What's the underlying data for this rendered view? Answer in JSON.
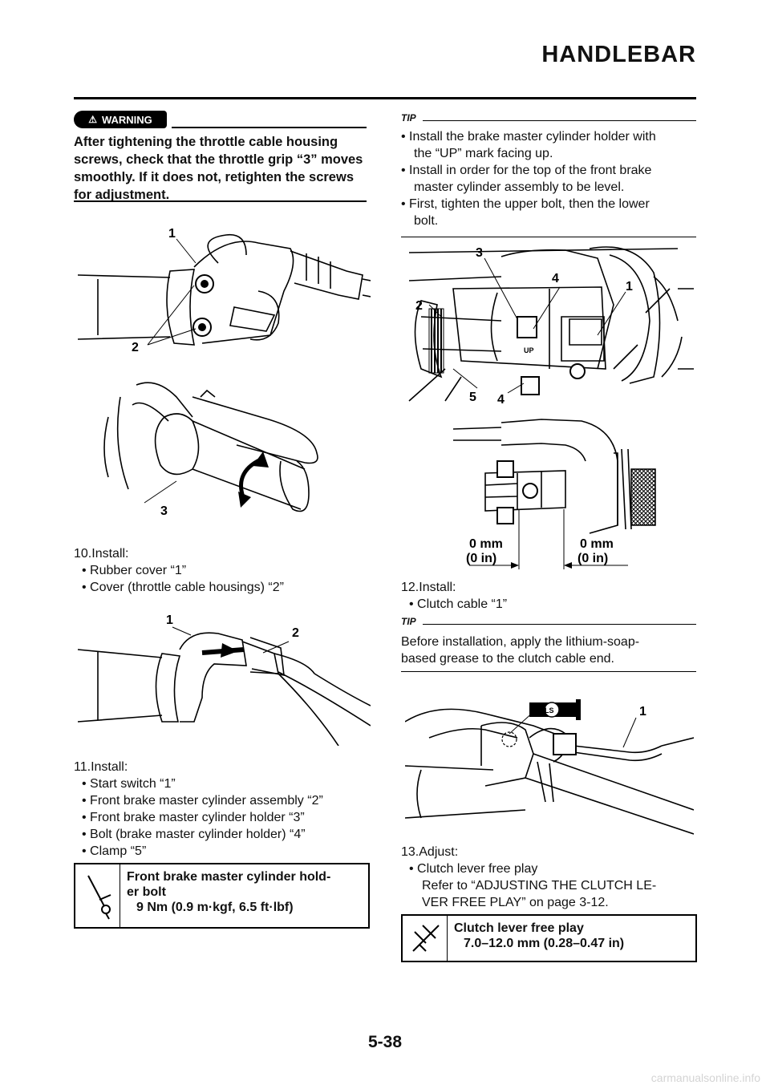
{
  "header": {
    "title": "HANDLEBAR"
  },
  "warning": {
    "badge": "WARNING",
    "text": "After tightening the throttle cable housing screws, check that the throttle grip “3” moves smoothly. If it does not, retighten the screws for adjustment."
  },
  "figures": {
    "fig1": {
      "labels": [
        "1",
        "2"
      ]
    },
    "fig2": {
      "labels": [
        "3"
      ]
    },
    "fig3": {
      "labels": [
        "1",
        "2"
      ]
    },
    "fig4": {
      "labels": [
        "3",
        "4",
        "1",
        "2",
        "5",
        "4"
      ],
      "stamp": "UP"
    },
    "fig5": {
      "label_left": "0 mm",
      "label_left_in": "(0 in)",
      "label_right": "0 mm",
      "label_right_in": "(0 in)"
    },
    "fig6": {
      "labels": [
        "1"
      ],
      "badge": "LS"
    }
  },
  "steps": {
    "s10": {
      "num": "10.",
      "title": "Install:",
      "items": [
        "• Rubber cover “1”",
        "• Cover (throttle cable housings) “2”"
      ]
    },
    "s11": {
      "num": "11.",
      "title": "Install:",
      "items": [
        "• Start switch “1”",
        "• Front brake master cylinder assembly “2”",
        "• Front brake master cylinder holder “3”",
        "• Bolt (brake master cylinder holder) “4”",
        "• Clamp “5”"
      ]
    },
    "s12": {
      "num": "12.",
      "title": "Install:",
      "items": [
        "• Clutch cable “1”"
      ]
    },
    "s13": {
      "num": "13.",
      "title": "Adjust:",
      "items": [
        "• Clutch lever free play"
      ],
      "ref1": "Refer to “ADJUSTING THE CLUTCH LE-",
      "ref2": "VER FREE PLAY” on page 3-12."
    }
  },
  "spec1": {
    "line1": "Front brake master cylinder hold-",
    "line2": "er bolt",
    "value": "9 Nm (0.9 m·kgf, 6.5 ft·lbf)"
  },
  "spec2": {
    "line1": "Clutch lever free play",
    "value": "7.0–12.0 mm (0.28–0.47 in)"
  },
  "tip1": {
    "head": "TIP",
    "items": [
      "• Install the brake master cylinder holder with",
      "the “UP” mark facing up.",
      "• Install in order for the top of the front brake",
      "master cylinder assembly to be level.",
      "• First, tighten the upper bolt, then the lower",
      "bolt."
    ]
  },
  "tip2": {
    "head": "TIP",
    "line1": "Before installation, apply the lithium-soap-",
    "line2": "based grease to the clutch cable end."
  },
  "footer": {
    "page": "5-38",
    "watermark": "carmanualsonline.info"
  }
}
